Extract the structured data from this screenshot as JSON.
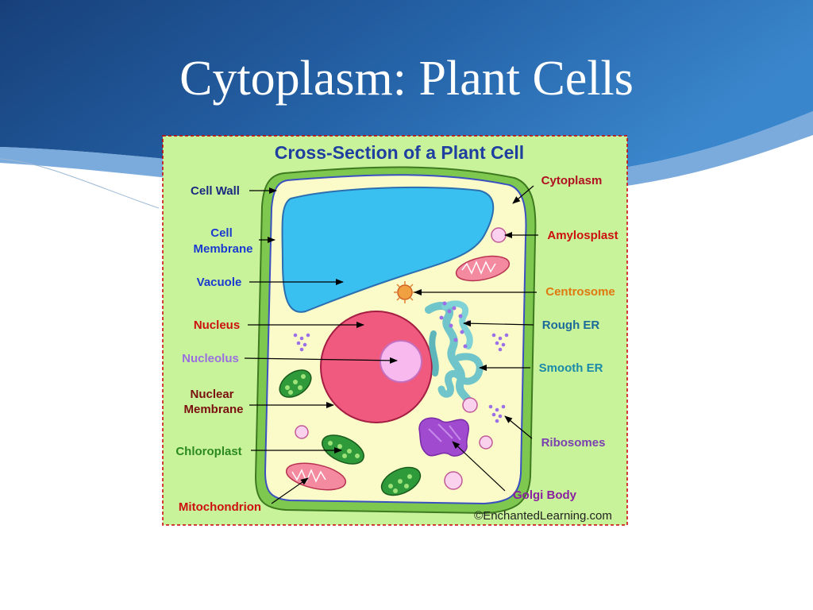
{
  "slide": {
    "title": "Cytoplasm: Plant Cells"
  },
  "figure": {
    "heading": "Cross-Section of a Plant Cell",
    "copyright": "©EnchantedLearning.com",
    "labels": {
      "cell_wall": "Cell Wall",
      "cell_membrane_1": "Cell",
      "cell_membrane_2": "Membrane",
      "vacuole": "Vacuole",
      "nucleus": "Nucleus",
      "nucleolus": "Nucleolus",
      "nuclear_membrane_1": "Nuclear",
      "nuclear_membrane_2": "Membrane",
      "chloroplast": "Chloroplast",
      "mitochondrion": "Mitochondrion",
      "cytoplasm": "Cytoplasm",
      "amylosplast": "Amylosplast",
      "centrosome": "Centrosome",
      "rough_er": "Rough ER",
      "smooth_er": "Smooth ER",
      "ribosomes": "Ribosomes",
      "golgi_body": "Golgi Body"
    },
    "colors": {
      "cell_wall": "#7ec850",
      "cytoplasm": "#fafbc8",
      "vacuole": "#39c0f0",
      "nucleus": "#f05a7e",
      "nucleolus": "#f7b9ee",
      "chloroplast": "#2f9a3a",
      "mitochondrion": "#f38aa0",
      "rough_er": "#6fc5c9",
      "golgi_body": "#a04ad0",
      "ribosome": "#9b6fe8",
      "figure_background": "#c9f39a"
    }
  }
}
